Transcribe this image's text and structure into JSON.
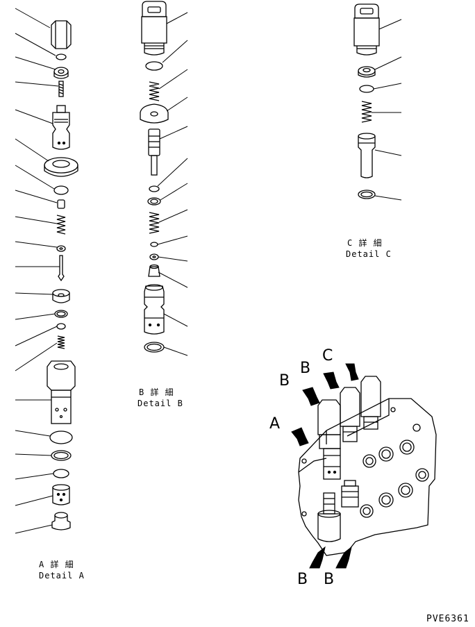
{
  "details": {
    "a": {
      "line1": "A 詳 細",
      "line2": "Detail A"
    },
    "b": {
      "line1": "B 詳 細",
      "line2": "Detail B"
    },
    "c": {
      "line1": "C 詳 細",
      "line2": "Detail C"
    }
  },
  "arrows": {
    "a": "A",
    "b_left": "B",
    "b_mid": "B",
    "c": "C",
    "b_bottom_left": "B",
    "b_bottom_right": "B"
  },
  "drawing_number": "PVE6361"
}
